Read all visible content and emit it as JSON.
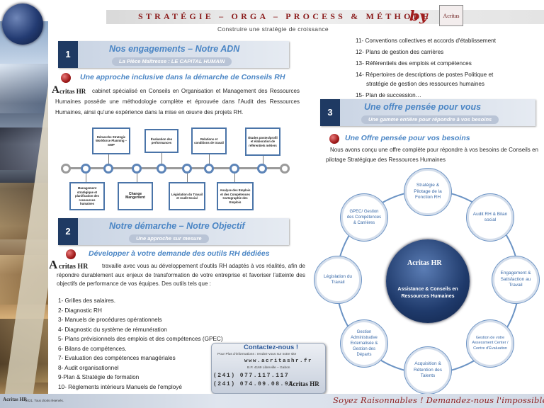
{
  "header": {
    "title": "STRATÉGIE – ORGA – PROCESS & MÉTHODE",
    "by": "by",
    "logo_text": "Acritas",
    "subtitle": "Construire une stratégie de croissance"
  },
  "brand": {
    "acr": "A",
    "acr_rest": "critas HR"
  },
  "section1": {
    "num": "1",
    "title": "Nos engagements – Notre ADN",
    "sub": "La Pièce Maîtresse : LE CAPITAL HUMAIN",
    "heading": "Une approche inclusive dans la démarche de Conseils RH",
    "para": "cabinet spécialisé en Conseils en Organisation et Management des Ressources Humaines possède une méthodologie complète et éprouvée dans l'Audit des Ressources Humaines, ainsi qu'une expérience dans la mise en œuvre des projets RH.",
    "process_top": [
      "Démarche Strategic Workforce Planning –SWP",
      "Évaluation des performances",
      "Relations et conditions de travail",
      "Études postes/profil et élaboration de référentiels métiers"
    ],
    "process_bottom": [
      "Management stratégique et planification des ressources humaines",
      "Change Mangement",
      "Législation du Travail et Audit Social",
      "Analyse des Emplois et des Compétences Cartographie des Emplois"
    ]
  },
  "section2": {
    "num": "2",
    "title": "Notre démarche – Notre Objectif",
    "sub": "Une approche sur mesure",
    "heading": "Développer à votre demande des outils RH dédiées",
    "para": "travaille avec vous au développement d'outils RH adaptés à vos réalités, afin de répondre durablement aux enjeux de transformation de votre entreprise et favoriser l'atteinte des objectifs de performance de vos équipes. Des outils tels que :",
    "items": [
      "1- Grilles des salaires.",
      "2- Diagnostic RH",
      "3- Manuels de procédures opérationnels",
      "4- Diagnostic du système de rémunération",
      "5- Plans prévisionnels des emplois et des compétences (GPEC)",
      "6- Bilans de compétences.",
      "7- Evaluation des compétences managériales",
      "8- Audit organisationnel",
      "9-Plan & Stratégie de formation",
      "10- Règlements intérieurs Manuels de l'employé"
    ]
  },
  "list_right": [
    "11- Conventions collectives et accords d'établissement",
    "12- Plans de gestion des carrières",
    "13- Référentiels des emplois et compétences",
    "14- Répertoires de descriptions de postes Politique et",
    "stratégie de gestion des ressources humaines",
    "15- Plan de succession…"
  ],
  "section3": {
    "num": "3",
    "title": "Une offre pensée pour vous",
    "sub": "Une gamme entière pour répondre à vos besoins",
    "heading": "Une Offre pensée pour vos besoins",
    "para": "Nous avons conçu une offre complète pour répondre à vos besoins de Conseils en pilotage Stratégique des Ressources Humaines"
  },
  "circle": {
    "center": "Assistance & Conseils en Ressources Humaines",
    "nodes": [
      "Stratégie & Pilotage de la Fonction RH",
      "Audit RH & Bilan social",
      "Engagement & Satisfaction au Travail",
      "Gestion de votre Assessment Center / Centre d'Évaluation",
      "Acquisition & Rétention des Talents",
      "Gestion Administrative Externalisée & Gestion des Départs",
      "Législation du Travail",
      "GPEC/ Gestion des Compétences & Carrières"
    ]
  },
  "contact": {
    "title": "Contactez-nous !",
    "line1": "Pour Plus d'informations : rendez-vous sur notre site",
    "web": "www.acritashr.fr",
    "address": "B.P. 4169 Libreville – Gabon",
    "phone1": "(241) 077.117.117",
    "phone2": "(241) 074.09.08.97"
  },
  "footer": {
    "copy": "2021. Tous droits réservés.",
    "slogan": "Soyez Raisonnables ! Demandez-nous l'impossible…"
  }
}
